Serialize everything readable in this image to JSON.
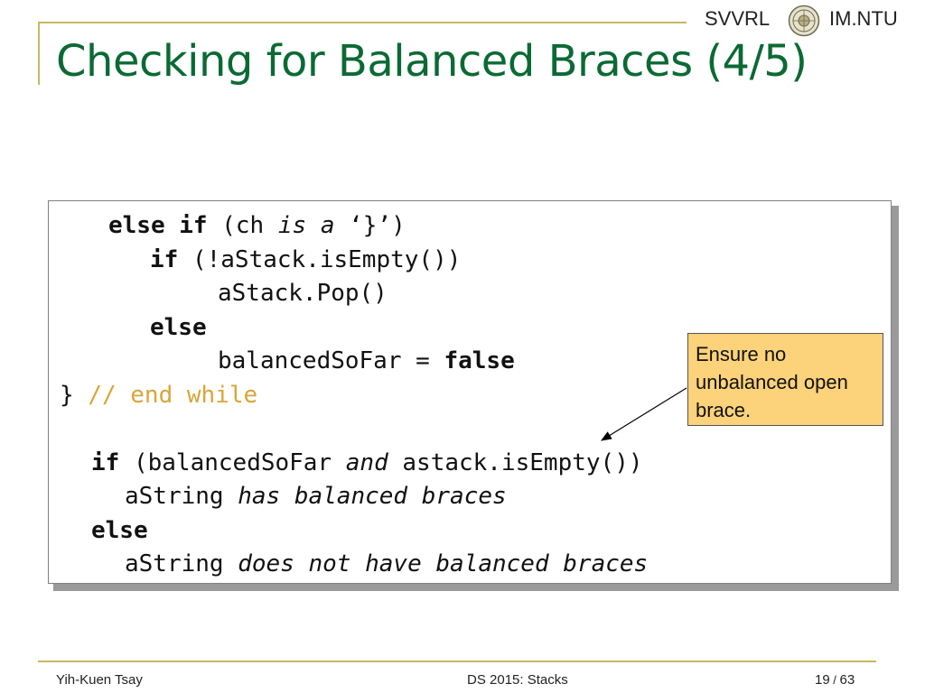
{
  "header": {
    "org_left": "SVVRL",
    "org_right": "IM.NTU",
    "seal_icon": "university-seal-icon"
  },
  "slide": {
    "title": "Checking for Balanced Braces (4/5)"
  },
  "code": {
    "l1_kw": "else if",
    "l1_a": " (ch ",
    "l1_b": "is a",
    "l1_c": " ‘}’)",
    "l2_kw": "if",
    "l2_a": " (!aStack.isEmpty())",
    "l3": "aStack.Pop()",
    "l4_kw": "else",
    "l5_a": "balancedSoFar = ",
    "l5_kw": "false",
    "l6_brace": "} ",
    "l6_comment": "// end while",
    "l7_kw": "if",
    "l7_a": " (balancedSoFar ",
    "l7_b": "and",
    "l7_c": " astack.isEmpty())",
    "l8_a": "aString ",
    "l8_b": "has balanced braces",
    "l9_kw": "else",
    "l10_a": "aString ",
    "l10_b": "does not have balanced braces"
  },
  "callout": {
    "text": "Ensure no unbalanced open brace."
  },
  "footer": {
    "author": "Yih-Kuen Tsay",
    "course": "DS 2015: Stacks",
    "page": "19",
    "total": "63"
  },
  "colors": {
    "title": "#0b6a34",
    "rule": "#c8b862",
    "comment": "#d9a53a",
    "callout_fill": "#fcd27a"
  }
}
